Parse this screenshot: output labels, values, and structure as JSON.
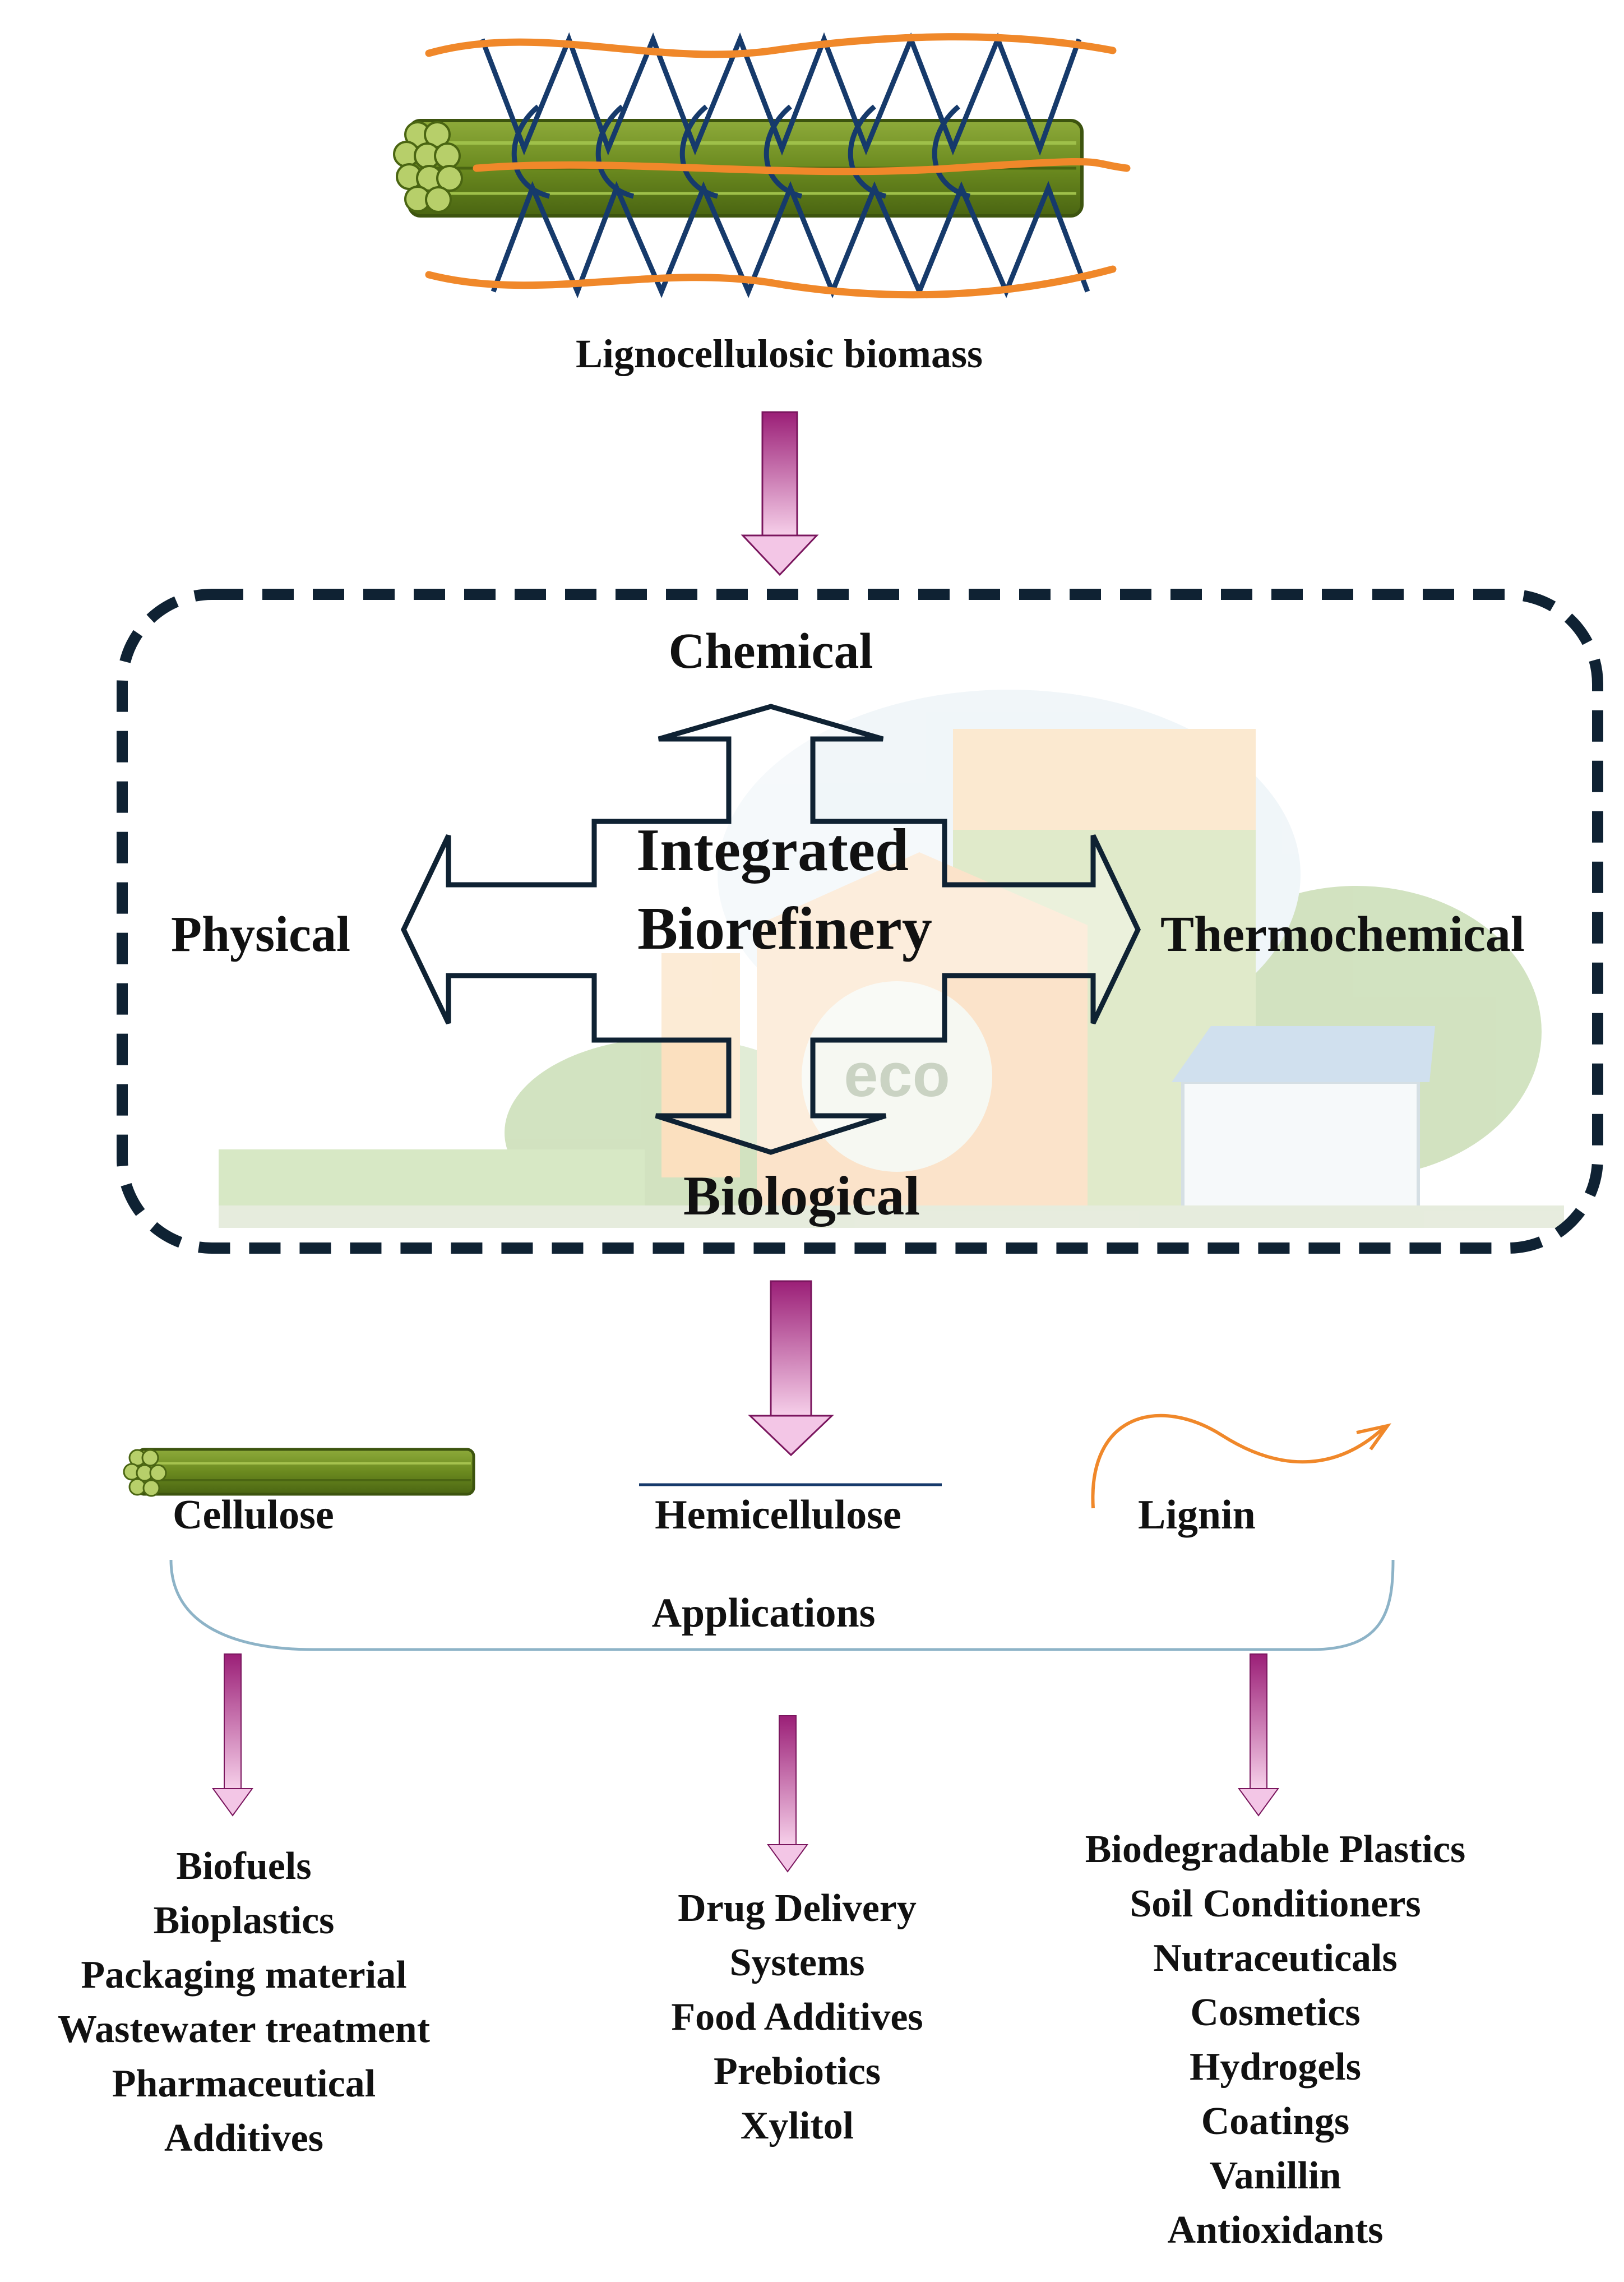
{
  "source_label": "Lignocellulosic biomass",
  "central_process": {
    "line1": "Integrated",
    "line2": "Biorefinery",
    "routes": {
      "top": "Chemical",
      "left": "Physical",
      "right": "Thermochemical",
      "bottom": "Biological"
    },
    "background_icon_text": "eco"
  },
  "components": {
    "cellulose": "Cellulose",
    "hemicellulose": "Hemicellulose",
    "lignin": "Lignin"
  },
  "applications_label": "Applications",
  "applications": {
    "cellulose": [
      "Biofuels",
      "Bioplastics",
      "Packaging material",
      "Wastewater treatment",
      "Pharmaceutical",
      "Additives"
    ],
    "hemicellulose": [
      "Drug Delivery",
      "Systems",
      "Food Additives",
      "Prebiotics",
      "Xylitol"
    ],
    "lignin": [
      "Biodegradable Plastics",
      "Soil Conditioners",
      "Nutraceuticals",
      "Cosmetics",
      "Hydrogels",
      "Coatings",
      "Vanillin",
      "Antioxidants"
    ]
  },
  "colors": {
    "arrow_dark": "#9b1f77",
    "arrow_light": "#f3c6e6",
    "frame": "#0f2233",
    "fiber": "#6b8a1f",
    "lignin_line": "#f0882a",
    "hemi_mesh": "#163a6b"
  }
}
